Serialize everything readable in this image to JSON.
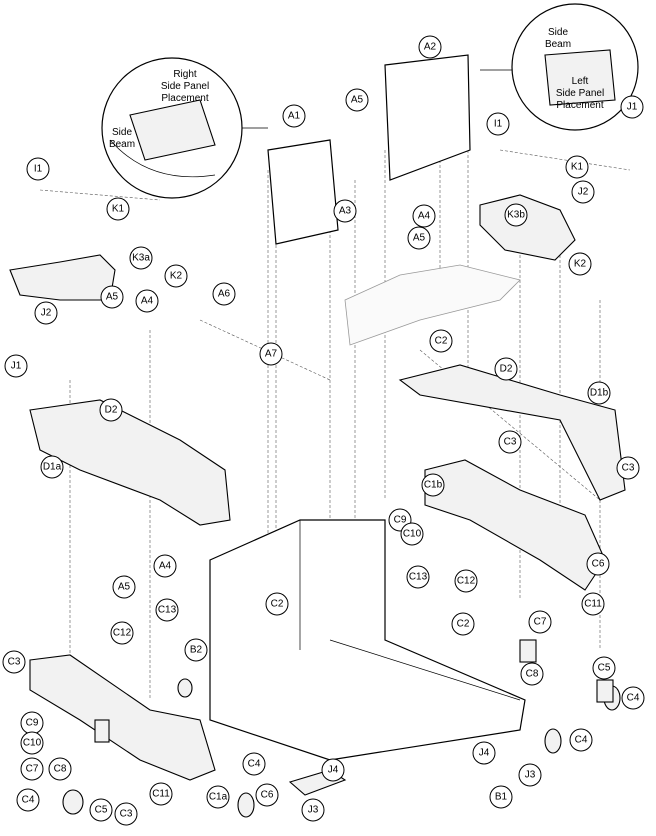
{
  "insets": {
    "right_panel": {
      "title_lines": [
        "Right",
        "Side Panel",
        "Placement"
      ],
      "beam_lines": [
        "Side",
        "Beam"
      ]
    },
    "left_panel": {
      "title_lines": [
        "Left",
        "Side Panel",
        "Placement"
      ],
      "beam_lines": [
        "Side",
        "Beam"
      ]
    }
  },
  "callouts": [
    "A2",
    "A1",
    "A5",
    "A3",
    "A4",
    "A5",
    "I1",
    "K1",
    "K3a",
    "K2",
    "J2",
    "J1",
    "A5",
    "A4",
    "A6",
    "A7",
    "D2",
    "D1a",
    "I1",
    "K1",
    "J1",
    "J2",
    "K3b",
    "K2",
    "C2",
    "D2",
    "D1b",
    "C1b",
    "C3",
    "C3",
    "C9",
    "C10",
    "C13",
    "C12",
    "C2",
    "C6",
    "C7",
    "C11",
    "C8",
    "C5",
    "C4",
    "A5",
    "A4",
    "C13",
    "C12",
    "B2",
    "C3",
    "C9",
    "C10",
    "C7",
    "C8",
    "C4",
    "C5",
    "C3",
    "C11",
    "C1a",
    "C6",
    "C4",
    "J4",
    "J3",
    "B1",
    "J4",
    "J3",
    "C4",
    "C2"
  ]
}
